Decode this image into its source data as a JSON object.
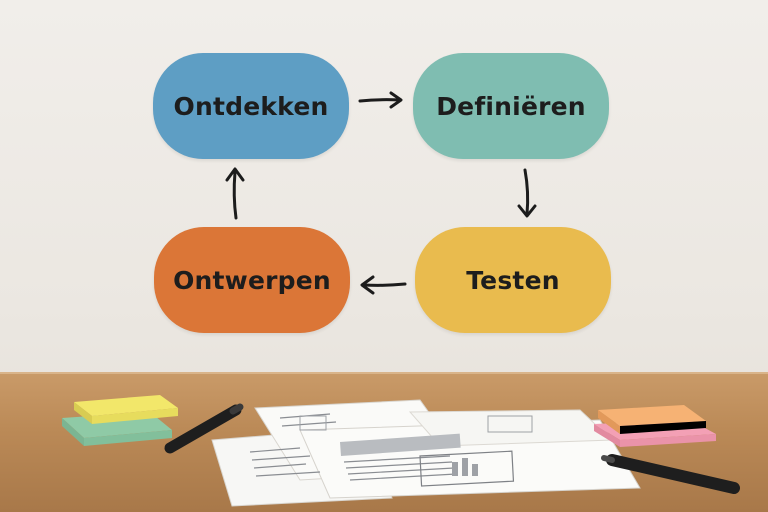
{
  "diagram": {
    "nodes": [
      {
        "id": "ontdekken",
        "label": "Ontdekken",
        "color": "#5e9ec4"
      },
      {
        "id": "definieren",
        "label": "Definiëren",
        "color": "#7fbdb1"
      },
      {
        "id": "testen",
        "label": "Testen",
        "color": "#e9bb4e"
      },
      {
        "id": "ontwerpen",
        "label": "Ontwerpen",
        "color": "#db7637"
      }
    ],
    "edges": [
      {
        "from": "ontdekken",
        "to": "definieren"
      },
      {
        "from": "definieren",
        "to": "testen"
      },
      {
        "from": "testen",
        "to": "ontwerpen"
      },
      {
        "from": "ontwerpen",
        "to": "ontdekken"
      }
    ]
  },
  "scene": {
    "objects": [
      "sticky-notes-green-yellow",
      "black-marker",
      "paper-sketches",
      "sticky-notes-pink-orange",
      "black-pen"
    ],
    "wall_color": "#ede9e4",
    "table_color": "#bb8a57"
  }
}
